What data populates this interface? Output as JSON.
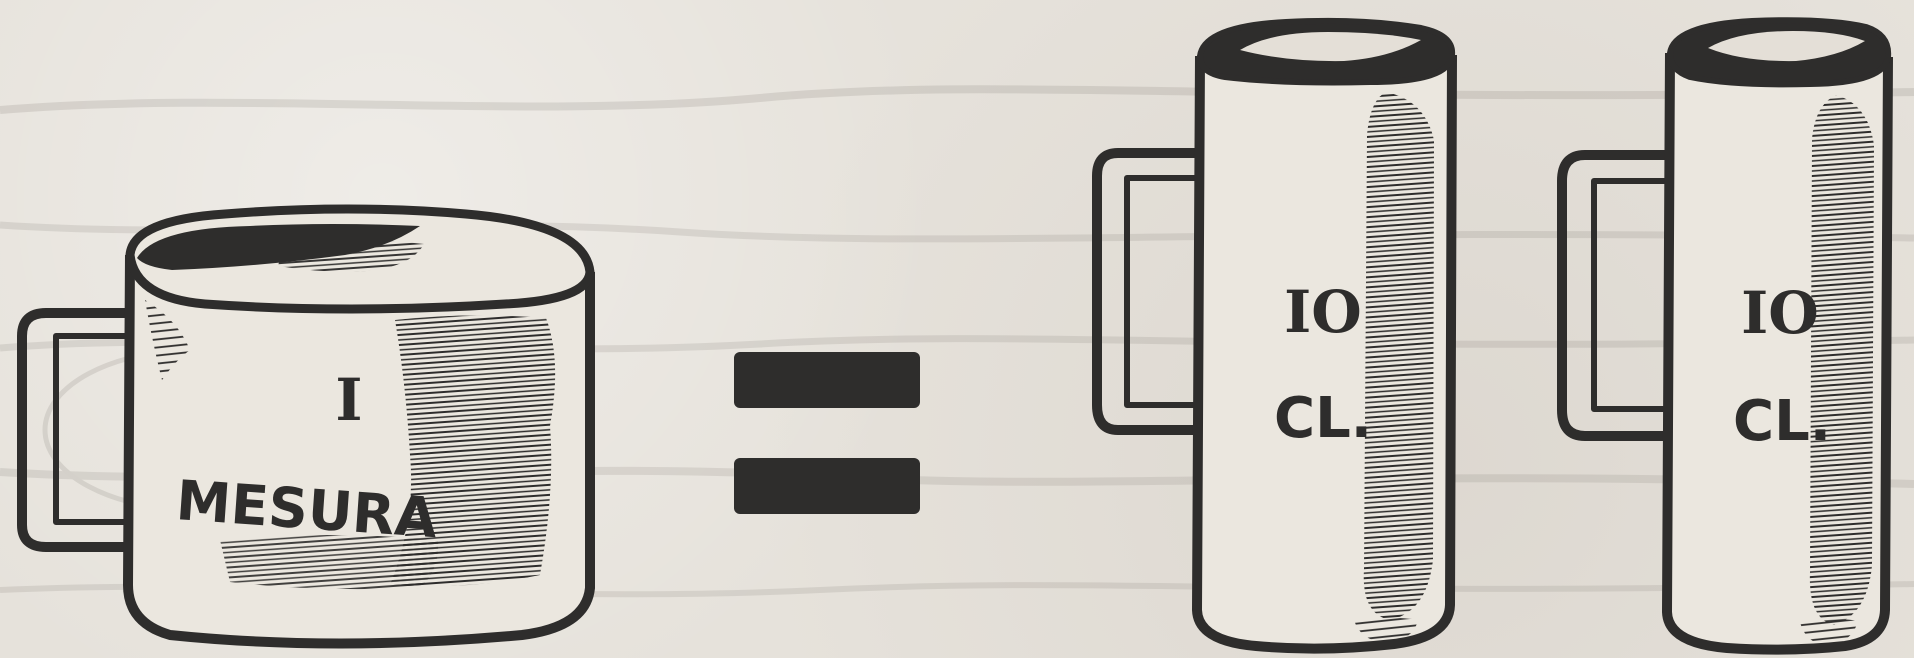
{
  "diagram": {
    "large_mug": {
      "quantity": "I",
      "unit": "MESURA"
    },
    "operator": "=",
    "tall_mugs": [
      {
        "quantity": "IO",
        "unit": "CL."
      },
      {
        "quantity": "IO",
        "unit": "CL."
      }
    ]
  },
  "colors": {
    "ink": "#2e2d2c",
    "paper": "#e6e2db"
  }
}
